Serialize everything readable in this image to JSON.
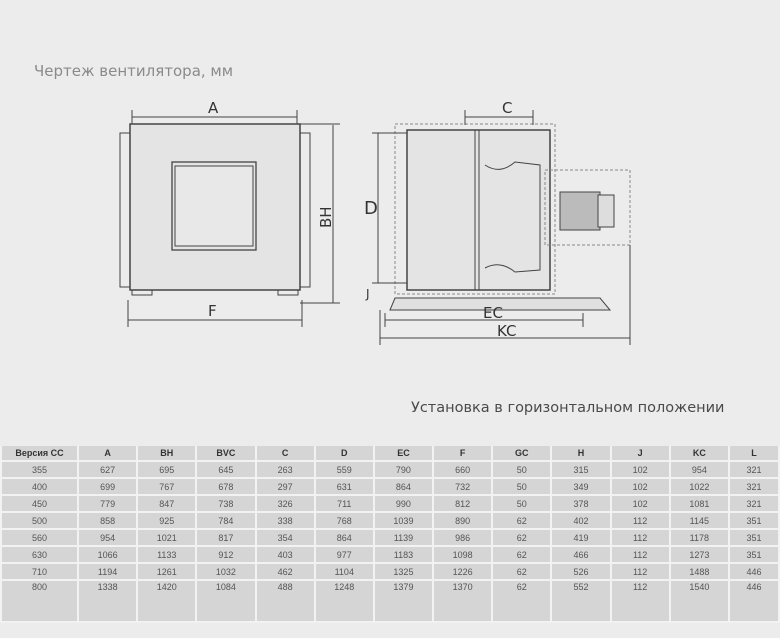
{
  "title": "Чертеж вентилятора, мм",
  "subtitle": "Установка в горизонтальном положении",
  "drawing_labels": {
    "A": "A",
    "BH": "BH",
    "F": "F",
    "C": "C",
    "D": "D",
    "J": "J",
    "EC": "EC",
    "KC": "KC"
  },
  "table": {
    "headers": [
      "Версия CC",
      "A",
      "BH",
      "BVC",
      "C",
      "D",
      "EC",
      "F",
      "GC",
      "H",
      "J",
      "KC",
      "L"
    ],
    "rows": [
      [
        "355",
        "627",
        "695",
        "645",
        "263",
        "559",
        "790",
        "660",
        "50",
        "315",
        "102",
        "954",
        "321"
      ],
      [
        "400",
        "699",
        "767",
        "678",
        "297",
        "631",
        "864",
        "732",
        "50",
        "349",
        "102",
        "1022",
        "321"
      ],
      [
        "450",
        "779",
        "847",
        "738",
        "326",
        "711",
        "990",
        "812",
        "50",
        "378",
        "102",
        "1081",
        "321"
      ],
      [
        "500",
        "858",
        "925",
        "784",
        "338",
        "768",
        "1039",
        "890",
        "62",
        "402",
        "112",
        "1145",
        "351"
      ],
      [
        "560",
        "954",
        "1021",
        "817",
        "354",
        "864",
        "1139",
        "986",
        "62",
        "419",
        "112",
        "1178",
        "351"
      ],
      [
        "630",
        "1066",
        "1133",
        "912",
        "403",
        "977",
        "1183",
        "1098",
        "62",
        "466",
        "112",
        "1273",
        "351"
      ],
      [
        "710",
        "1194",
        "1261",
        "1032",
        "462",
        "1104",
        "1325",
        "1226",
        "62",
        "526",
        "112",
        "1488",
        "446"
      ],
      [
        "800",
        "1338",
        "1420",
        "1084",
        "488",
        "1248",
        "1379",
        "1370",
        "62",
        "552",
        "112",
        "1540",
        "446"
      ]
    ]
  }
}
